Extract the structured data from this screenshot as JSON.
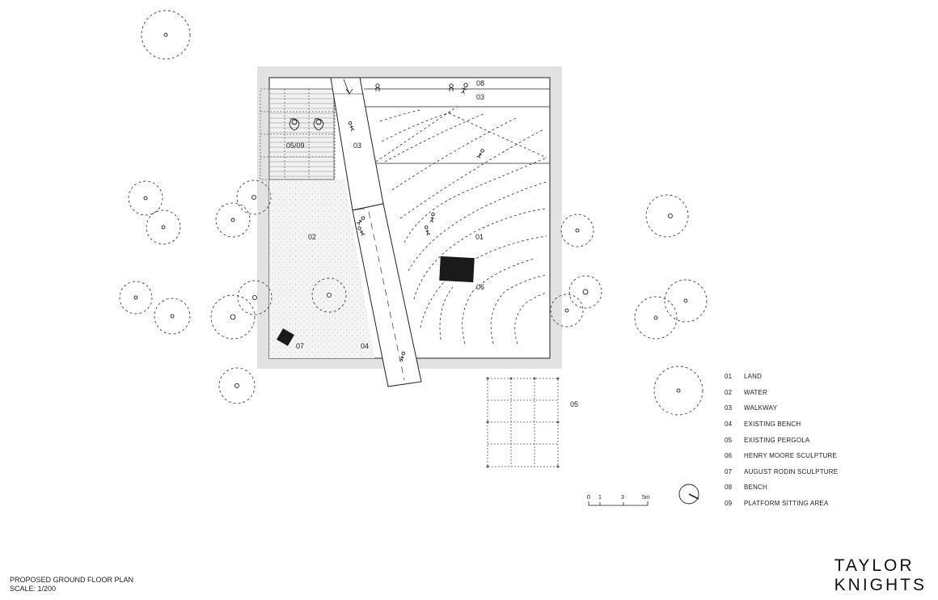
{
  "labels": {
    "l08": "08",
    "l03a": "03",
    "l0509": "05/09",
    "l03b": "03",
    "l02": "02",
    "l01": "01",
    "l06": "06",
    "l07": "07",
    "l04": "04",
    "l05": "05"
  },
  "scale_bar": {
    "ticks": [
      "0",
      "1",
      "3",
      "5m"
    ]
  },
  "legend": [
    {
      "num": "01",
      "text": "LAND"
    },
    {
      "num": "02",
      "text": "WATER"
    },
    {
      "num": "03",
      "text": "WALKWAY"
    },
    {
      "num": "04",
      "text": "EXISTING BENCH"
    },
    {
      "num": "05",
      "text": "EXISTING PERGOLA"
    },
    {
      "num": "06",
      "text": "HENRY MOORE SCULPTURE"
    },
    {
      "num": "07",
      "text": "AUGUST RODIN SCULPTURE"
    },
    {
      "num": "08",
      "text": "BENCH"
    },
    {
      "num": "09",
      "text": "PLATFORM SITTING AREA"
    }
  ],
  "title": {
    "line1": "PROPOSED GROUND FLOOR PLAN",
    "line2": "SCALE: 1/200"
  },
  "brand": {
    "line1": "TAYLOR",
    "line2": "KNIGHTS"
  },
  "icons": {
    "north": "north-arrow-icon",
    "figure": "person-figure-icon",
    "tree": "tree-icon"
  }
}
